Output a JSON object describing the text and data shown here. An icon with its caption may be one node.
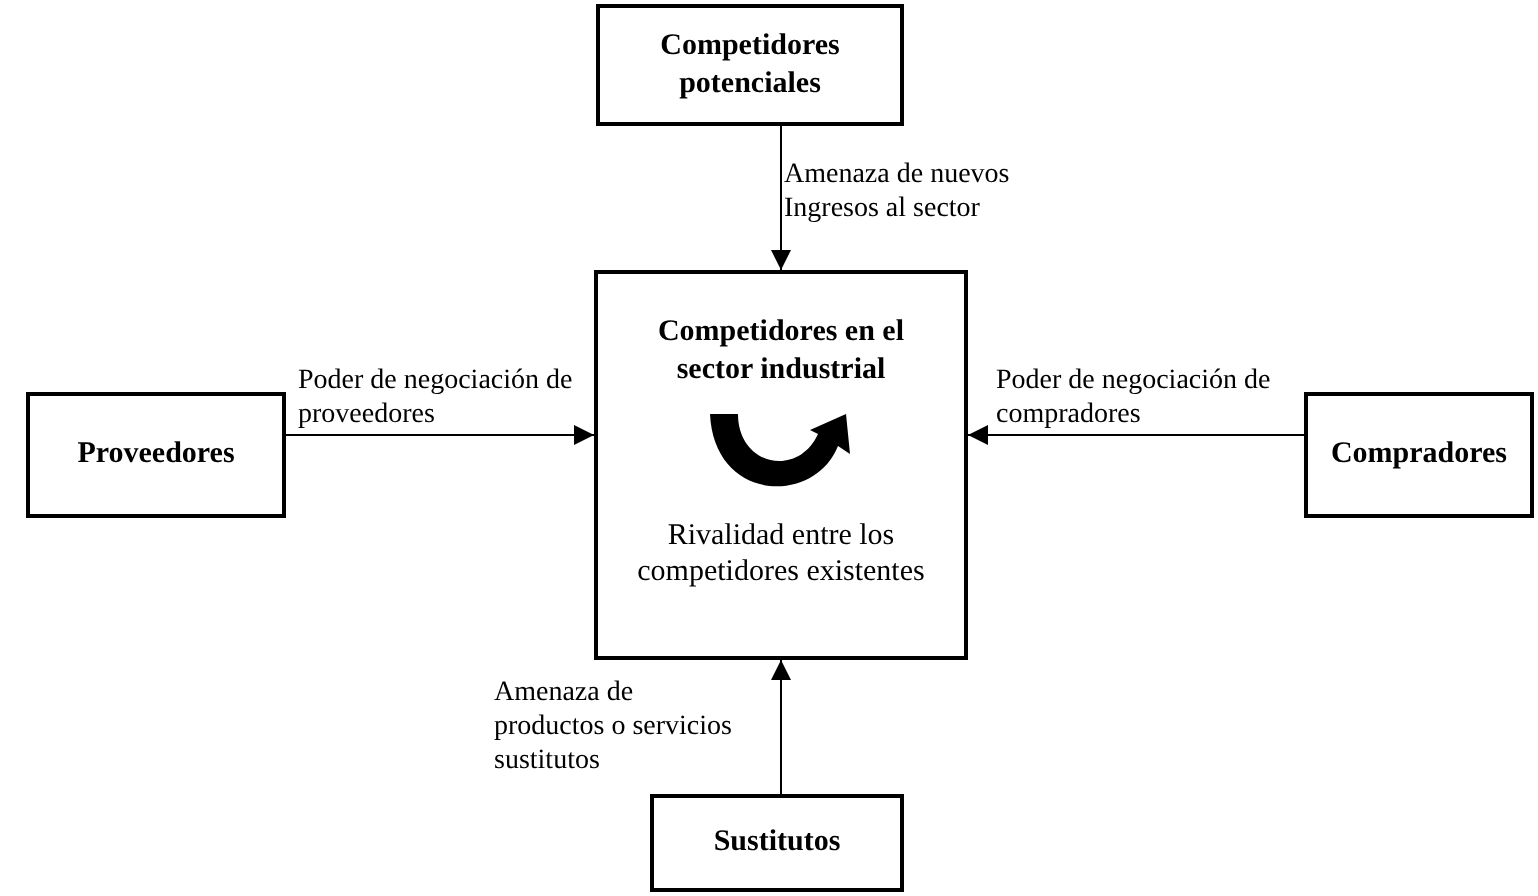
{
  "diagram": {
    "nodes": [
      {
        "text": [
          "Competidores potenciales"
        ]
      },
      {
        "text": [
          "Competidores en el sector industrial",
          "Rivalidad entre los competidores existentes"
        ]
      },
      {
        "text": [
          "Proveedores"
        ]
      },
      {
        "text": [
          "Compradores"
        ]
      },
      {
        "text": [
          "Sustitutos"
        ]
      }
    ],
    "edges": [
      {
        "from": 0,
        "to": 1,
        "arrow": "to",
        "label": "Amenaza de nuevos Ingresos al sector"
      },
      {
        "from": 2,
        "to": 1,
        "arrow": "to",
        "label": "Poder de negociación de proveedores"
      },
      {
        "from": 3,
        "to": 1,
        "arrow": "to",
        "label": "Poder de negociación de compradores"
      },
      {
        "from": 4,
        "to": 1,
        "arrow": "to",
        "label": "Amenaza de productos o servicios sustitutos"
      }
    ]
  }
}
